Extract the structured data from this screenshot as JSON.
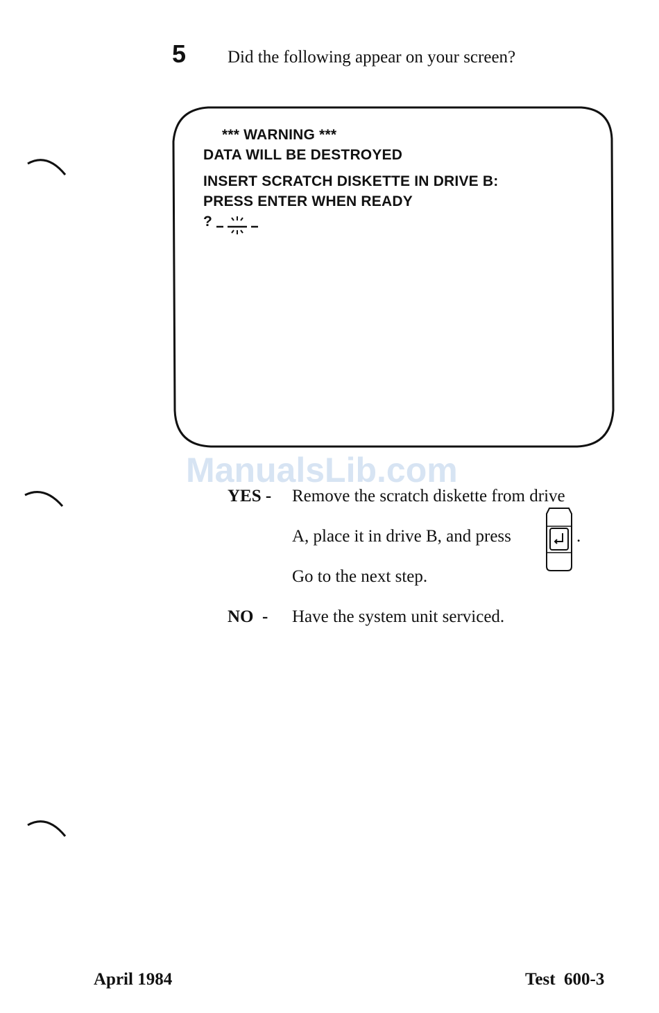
{
  "step": {
    "number": "5",
    "question": "Did the following appear on your screen?"
  },
  "screen": {
    "lines": [
      "*** WARNING ***",
      "DATA WILL BE DESTROYED",
      "INSERT SCRATCH DISKETTE IN DRIVE B:",
      "PRESS ENTER WHEN READY",
      "?"
    ]
  },
  "watermark": "ManualsLib.com",
  "answers": {
    "yes": {
      "label": "YES -",
      "line1": "Remove the scratch diskette from drive",
      "line2": "A, place it in drive B, and press",
      "line2_end": ".",
      "line3": "Go to the next step.",
      "key_icon": "enter-key-icon"
    },
    "no": {
      "label": "NO  -",
      "line1": "Have the system unit serviced."
    }
  },
  "footer": {
    "left": "April 1984",
    "right": "Test  600-3"
  },
  "colors": {
    "ink": "#111111",
    "watermark": "#d7e4f3"
  }
}
